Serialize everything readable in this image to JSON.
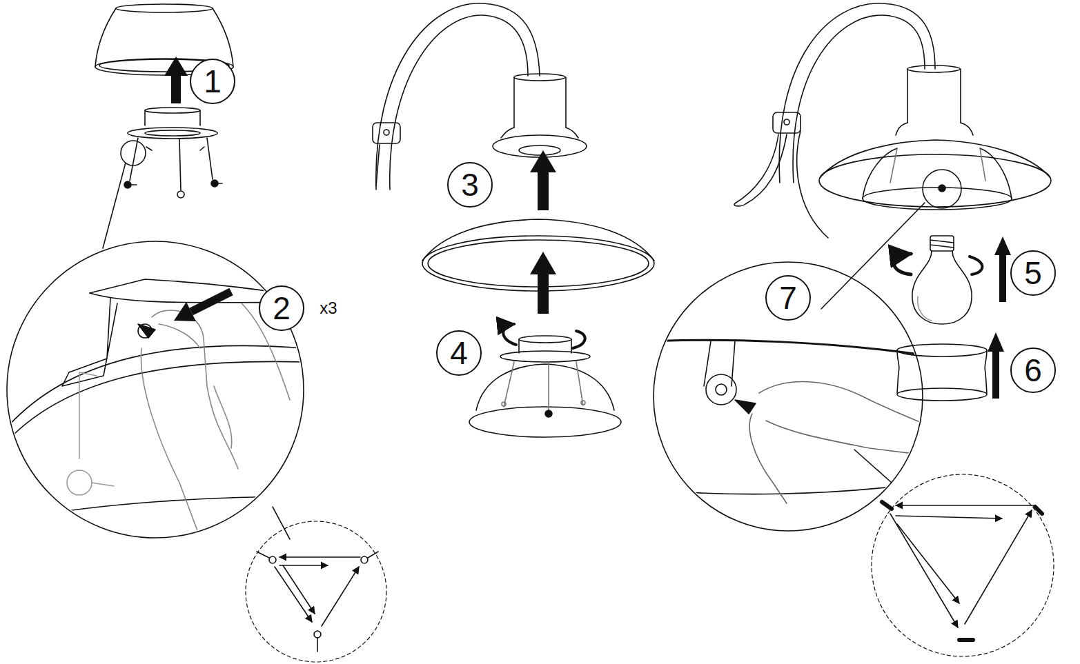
{
  "diagram": {
    "nodes": [
      {
        "text": [
          "1"
        ]
      },
      {
        "text": [
          "2"
        ]
      },
      {
        "text": [
          "3"
        ]
      },
      {
        "text": [
          "4"
        ]
      },
      {
        "text": [
          "5"
        ]
      },
      {
        "text": [
          "6"
        ]
      },
      {
        "text": [
          "7"
        ]
      }
    ],
    "labels": [
      "x3"
    ]
  }
}
